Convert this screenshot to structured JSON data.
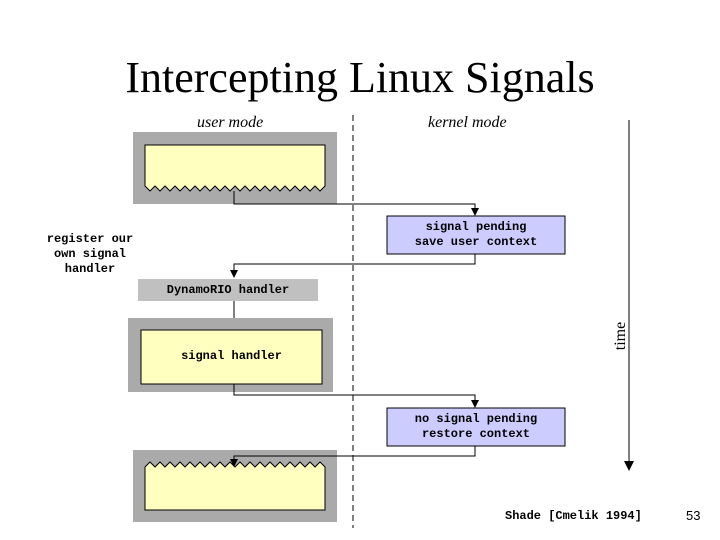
{
  "title": "Intercepting Linux Signals",
  "modes": {
    "user": "user mode",
    "kernel": "kernel mode"
  },
  "time_label": "time",
  "kernel_boxes": {
    "signal_pending": [
      "signal pending",
      "save user context"
    ],
    "no_signal_pending": [
      "no signal pending",
      "restore context"
    ]
  },
  "register_note": [
    "register our",
    "own signal",
    "handler"
  ],
  "dynamorio_handler": "DynamoRIO handler",
  "signal_handler": "signal handler",
  "footer": {
    "credit": "Shade [Cmelik 1994]",
    "page_number": "53"
  },
  "colors": {
    "code_fill": "#ffffc0",
    "frame_gray": "#aaaaaa",
    "kernel_fill": "#ccccff",
    "dynamorio_fill": "#c0c0c0"
  }
}
